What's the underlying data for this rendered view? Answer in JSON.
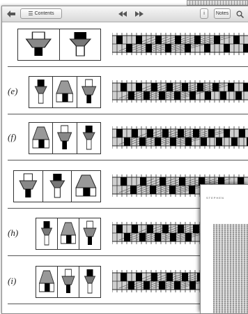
{
  "toolbar": {
    "back_icon": "back-arrow-icon",
    "contents_label": "Contents",
    "prev_icon": "rewind-icon",
    "next_icon": "fast-forward-icon",
    "info_label": "i",
    "notes_label": "Notes",
    "search_icon": "search-icon"
  },
  "rows": [
    {
      "label": ""
    },
    {
      "label": "(e)"
    },
    {
      "label": "(f)"
    },
    {
      "label": ""
    },
    {
      "label": "(h)"
    },
    {
      "label": "(i)"
    }
  ],
  "overlay": {
    "header": "STEPHEN"
  }
}
